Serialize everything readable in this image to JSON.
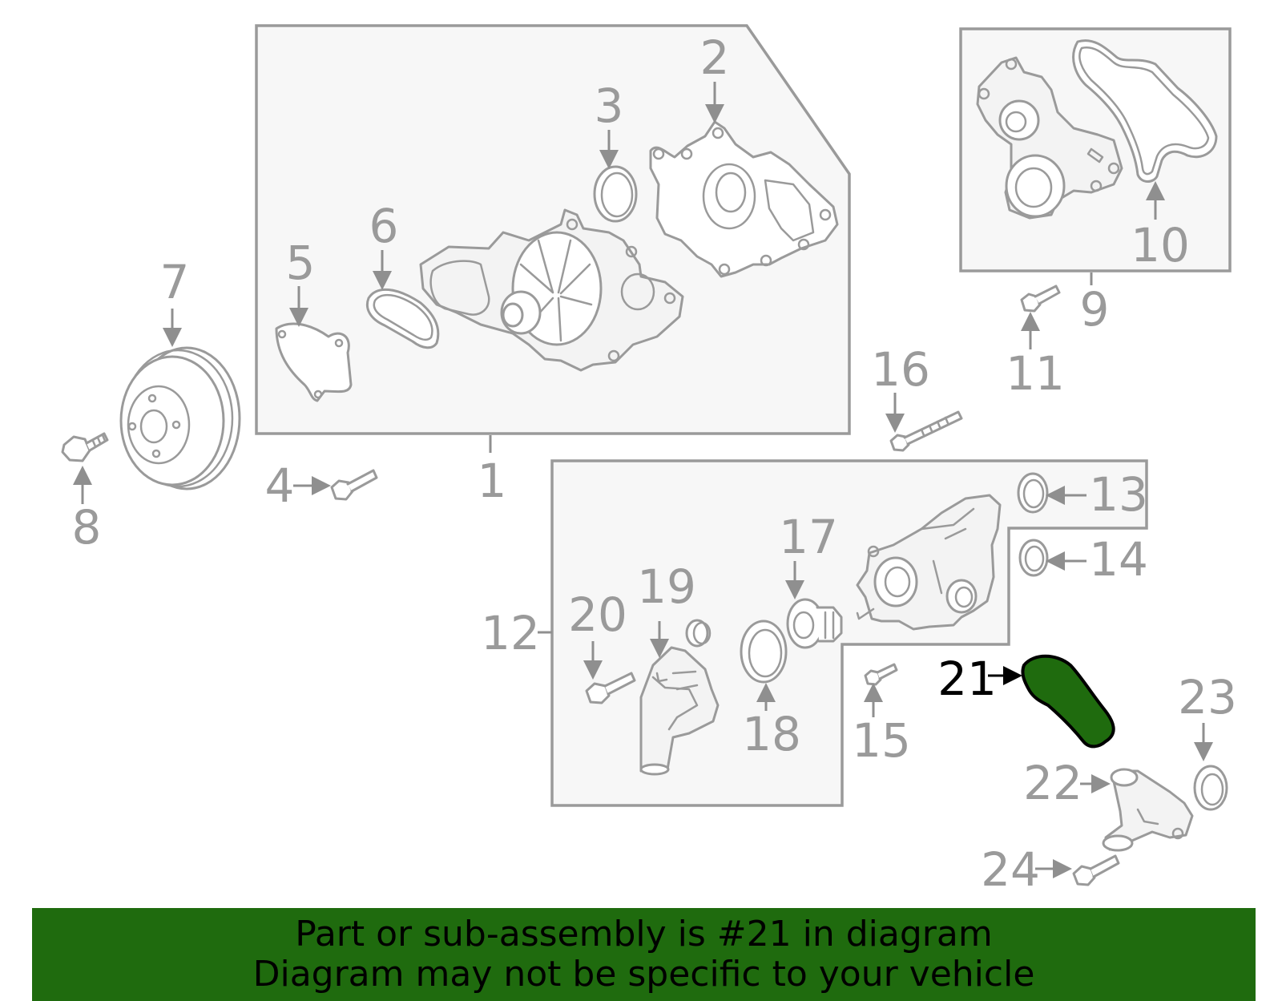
{
  "callouts": {
    "c1": "1",
    "c2": "2",
    "c3": "3",
    "c4": "4",
    "c5": "5",
    "c6": "6",
    "c7": "7",
    "c8": "8",
    "c9": "9",
    "c10": "10",
    "c11": "11",
    "c12": "12",
    "c13": "13",
    "c14": "14",
    "c15": "15",
    "c16": "16",
    "c17": "17",
    "c18": "18",
    "c19": "19",
    "c20": "20",
    "c21": "21",
    "c22": "22",
    "c23": "23",
    "c24": "24"
  },
  "highlight": {
    "part_number": "21",
    "color": "#1f6b0e"
  },
  "banner": {
    "line1": "Part or sub-assembly is #21 in diagram",
    "line2": "Diagram may not be specific to your vehicle",
    "background": "#1f6b0e"
  }
}
